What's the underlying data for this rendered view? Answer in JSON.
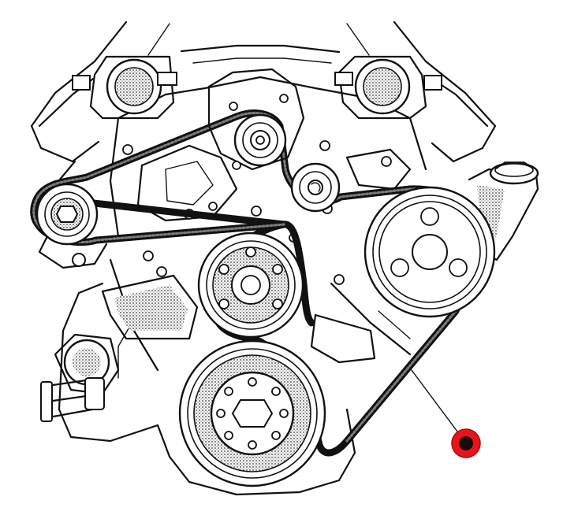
{
  "colors": {
    "ink": "#111111",
    "background": "#ffffff",
    "marker_fill": "#e8141c",
    "marker_core": "#1a0a0a",
    "belt_core": "#7a7a7a"
  },
  "callout": {
    "label": "",
    "icon": "red-dot-marker"
  },
  "components": [
    "engine-block-outline",
    "throttle-body-left",
    "throttle-body-right",
    "water-pump-pulley",
    "idler-pulley",
    "alternator-pulley",
    "power-steering-pulley",
    "power-steering-reservoir",
    "tensioner-pulley",
    "crankshaft-pulley",
    "serpentine-belt"
  ]
}
